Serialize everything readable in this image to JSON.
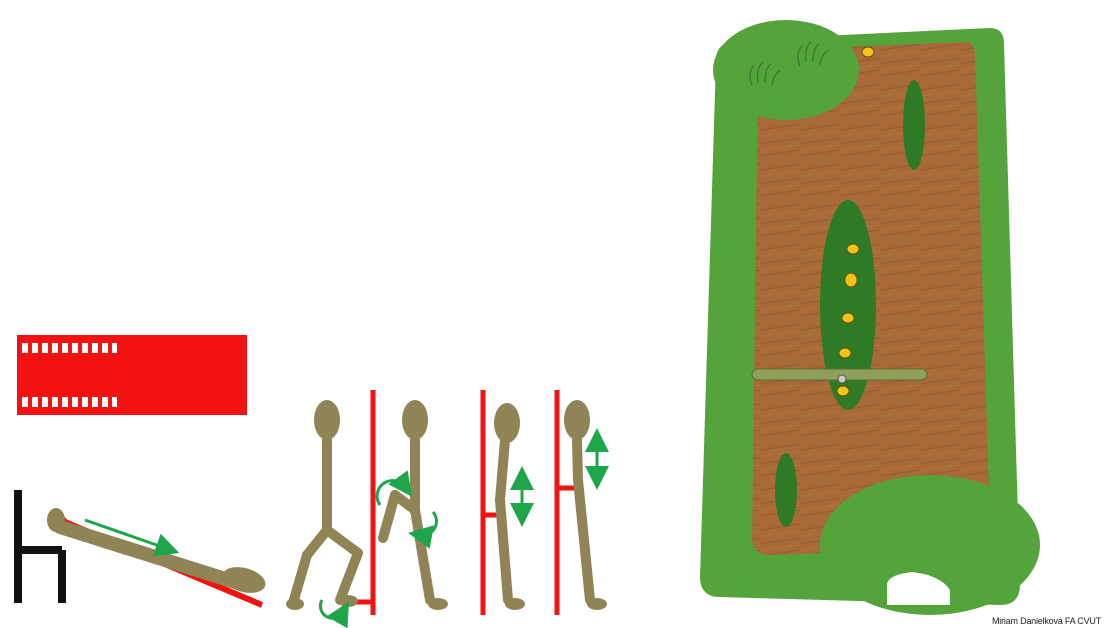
{
  "credit": "Miriam Danielková FA CVUT",
  "colors": {
    "figure": "#8f8455",
    "accent_red": "#f21212",
    "arrow_green": "#1fa64a",
    "board_wood": "#a86a38",
    "board_green": "#55a43b",
    "dark_green": "#2f7a25",
    "hold_yellow": "#f4c41a",
    "chair_black": "#111111"
  },
  "icons": {
    "legend": "red-mat-icon",
    "exercise_1": "lying-slide-figure",
    "exercise_2": "leg-rotation-figures",
    "exercise_3": "wall-slide-figures",
    "board": "climbing-board"
  }
}
